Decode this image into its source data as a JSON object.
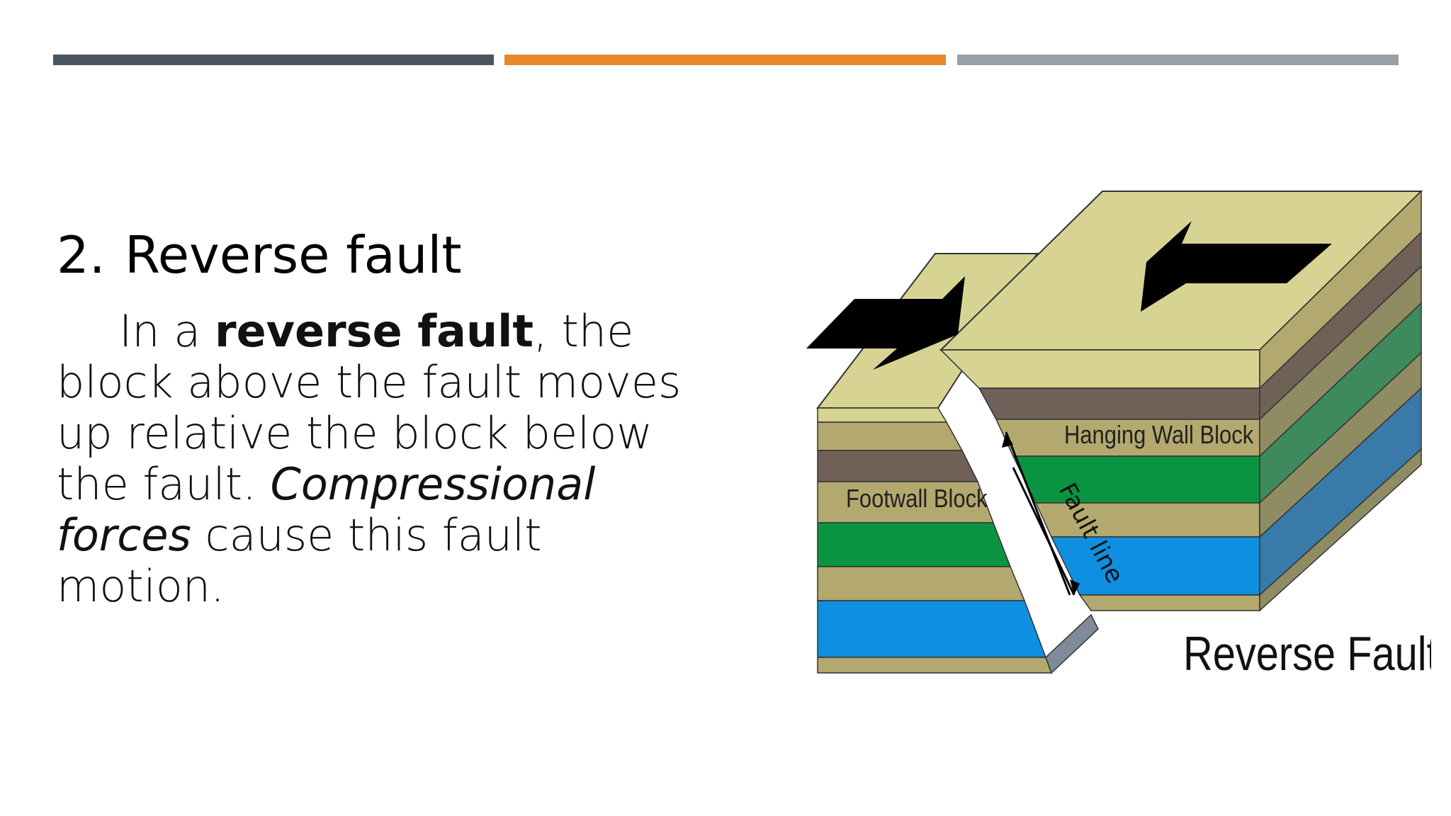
{
  "colors": {
    "bar_left": "#4a5560",
    "bar_mid": "#e8892e",
    "bar_right": "#98a0a6",
    "layer_tan": "#b3a96e",
    "layer_tan_top": "#d7d393",
    "layer_brown": "#6f6158",
    "layer_green": "#0a9442",
    "layer_blue": "#0f8fe0"
  },
  "heading": {
    "number": "2.",
    "title": "Reverse fault"
  },
  "body": {
    "p1": "In a ",
    "bold": "reverse fault",
    "p2": ", the block above the fault moves up relative the block below the fault. ",
    "italic": "Compressional forces",
    "p3": " cause this fault motion."
  },
  "diagram": {
    "label_hanging": "Hanging Wall Block",
    "label_footwall": "Footwall Block",
    "label_fault_line": "Fault line",
    "label_title": "Reverse Fault",
    "icons": [
      "right-arrow-icon",
      "left-arrow-icon",
      "double-arrow-icon"
    ]
  }
}
